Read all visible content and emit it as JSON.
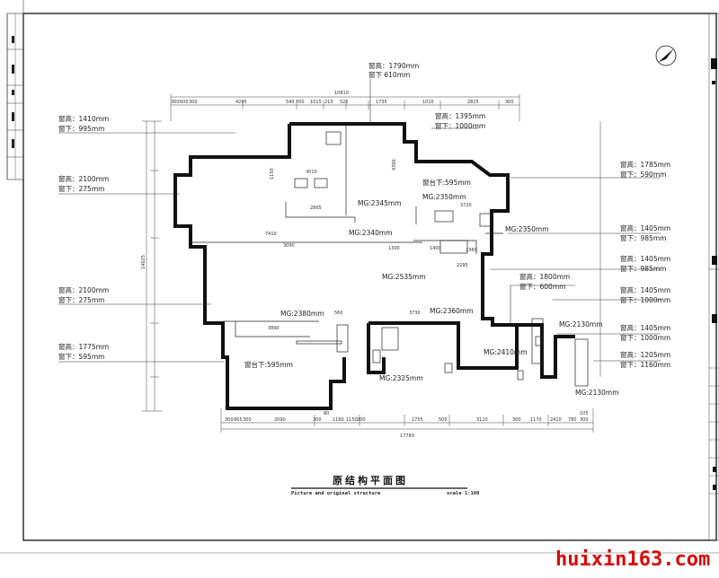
{
  "drawing": {
    "title": "原结构平面图",
    "subtitle": "Picture and original structure",
    "scale": "scale 1:100",
    "watermark": "huixin163.com",
    "colors": {
      "line": "#111111",
      "watermark": "#d80a0a",
      "background": "#ffffff"
    }
  },
  "top_window": {
    "height": "窗高：1790mm",
    "sill": "窗下  610mm"
  },
  "left_windows": [
    {
      "height": "窗高：1410mm",
      "sill": "窗下：995mm"
    },
    {
      "height": "窗高：2100mm",
      "sill": "窗下：275mm"
    },
    {
      "height": "窗高：2100mm",
      "sill": "窗下：275mm"
    },
    {
      "height": "窗高：1775mm",
      "sill": "窗下：595mm"
    }
  ],
  "center_window": {
    "height": "窗高：1395mm",
    "sill": "窗下：1000mm"
  },
  "mid_window": {
    "height": "窗高：1800mm",
    "sill": "窗下：600mm"
  },
  "right_windows": [
    {
      "height": "窗高：1785mm",
      "sill": "窗下：590mm"
    },
    {
      "height": "窗高：1405mm",
      "sill": "窗下：985mm"
    },
    {
      "height": "窗高：1405mm",
      "sill": "窗下：985mm"
    },
    {
      "height": "窗高：1405mm",
      "sill": "窗下：1000mm"
    },
    {
      "height": "窗高：1405mm",
      "sill": "窗下：1000mm"
    },
    {
      "height": "窗高：1205mm",
      "sill": "窗下：1160mm"
    }
  ],
  "room_notes": {
    "sill_upper": "窗台下:595mm",
    "sill_lower": "窗台下:595mm",
    "mg_2345": "MG:2345mm",
    "mg_2350a": "MG:2350mm",
    "mg_2340": "MG:2340mm",
    "mg_2350b": "MG:2350mm",
    "mg_2535": "MG:2535mm",
    "mg_2380": "MG:2380mm",
    "mg_2360": "MG:2360mm",
    "mg_2410": "MG:2410mm",
    "mg_2325": "MG:2325mm",
    "mg_2130a": "MG:2130mm",
    "mg_2130b": "MG:2130mm"
  },
  "dimensions": {
    "top_total": "10810",
    "top_segments": [
      "300",
      "600",
      "300",
      "4295",
      "540",
      "700",
      "1015",
      "210",
      "525",
      "1735",
      "1010",
      "2825",
      "300"
    ],
    "bottom_total": "17780",
    "bottom_segments": [
      "300",
      "665",
      "300",
      "2090",
      "80",
      "300",
      "1160",
      "1150",
      "200",
      "1755",
      "500",
      "3110",
      "300",
      "1170",
      "2410",
      "780",
      "300",
      "105"
    ],
    "left_total": "14025",
    "inner": [
      "3010",
      "1150",
      "2865",
      "4300",
      "3720",
      "7410",
      "3090",
      "1300",
      "1400",
      "2369",
      "2295",
      "3890",
      "3730",
      "560"
    ]
  }
}
